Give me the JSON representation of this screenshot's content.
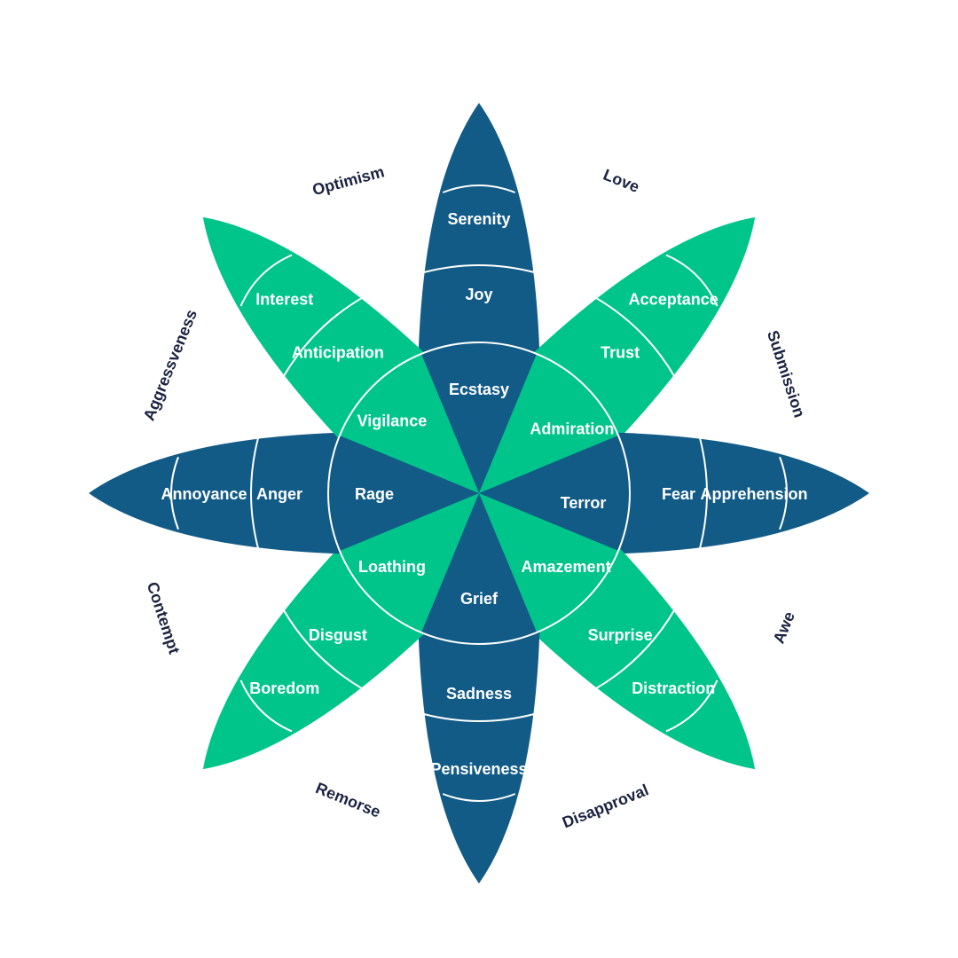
{
  "colors": {
    "blue": "#125b87",
    "green": "#00c58b",
    "outer_text": "#1b2340",
    "divider": "#ffffff"
  },
  "petals": [
    {
      "id": "up",
      "color": "blue",
      "core": "Ecstasy",
      "middle": "Joy",
      "outer": "Serenity"
    },
    {
      "id": "up-right",
      "color": "green",
      "core": "Admiration",
      "middle": "Trust",
      "outer": "Acceptance"
    },
    {
      "id": "right",
      "color": "blue",
      "core": "Terror",
      "middle": "Fear",
      "outer": "Apprehension"
    },
    {
      "id": "down-right",
      "color": "green",
      "core": "Amazement",
      "middle": "Surprise",
      "outer": "Distraction"
    },
    {
      "id": "down",
      "color": "blue",
      "core": "Grief",
      "middle": "Sadness",
      "outer": "Pensiveness"
    },
    {
      "id": "down-left",
      "color": "green",
      "core": "Loathing",
      "middle": "Disgust",
      "outer": "Boredom"
    },
    {
      "id": "left",
      "color": "blue",
      "core": "Rage",
      "middle": "Anger",
      "outer": "Annoyance"
    },
    {
      "id": "up-left",
      "color": "green",
      "core": "Vigilance",
      "middle": "Anticipation",
      "outer": "Interest"
    }
  ],
  "dyads": [
    {
      "text": "Love"
    },
    {
      "text": "Submission"
    },
    {
      "text": "Awe"
    },
    {
      "text": "Disapproval"
    },
    {
      "text": "Remorse"
    },
    {
      "text": "Contempt"
    },
    {
      "text": "Aggressveness"
    },
    {
      "text": "Optimism"
    }
  ]
}
